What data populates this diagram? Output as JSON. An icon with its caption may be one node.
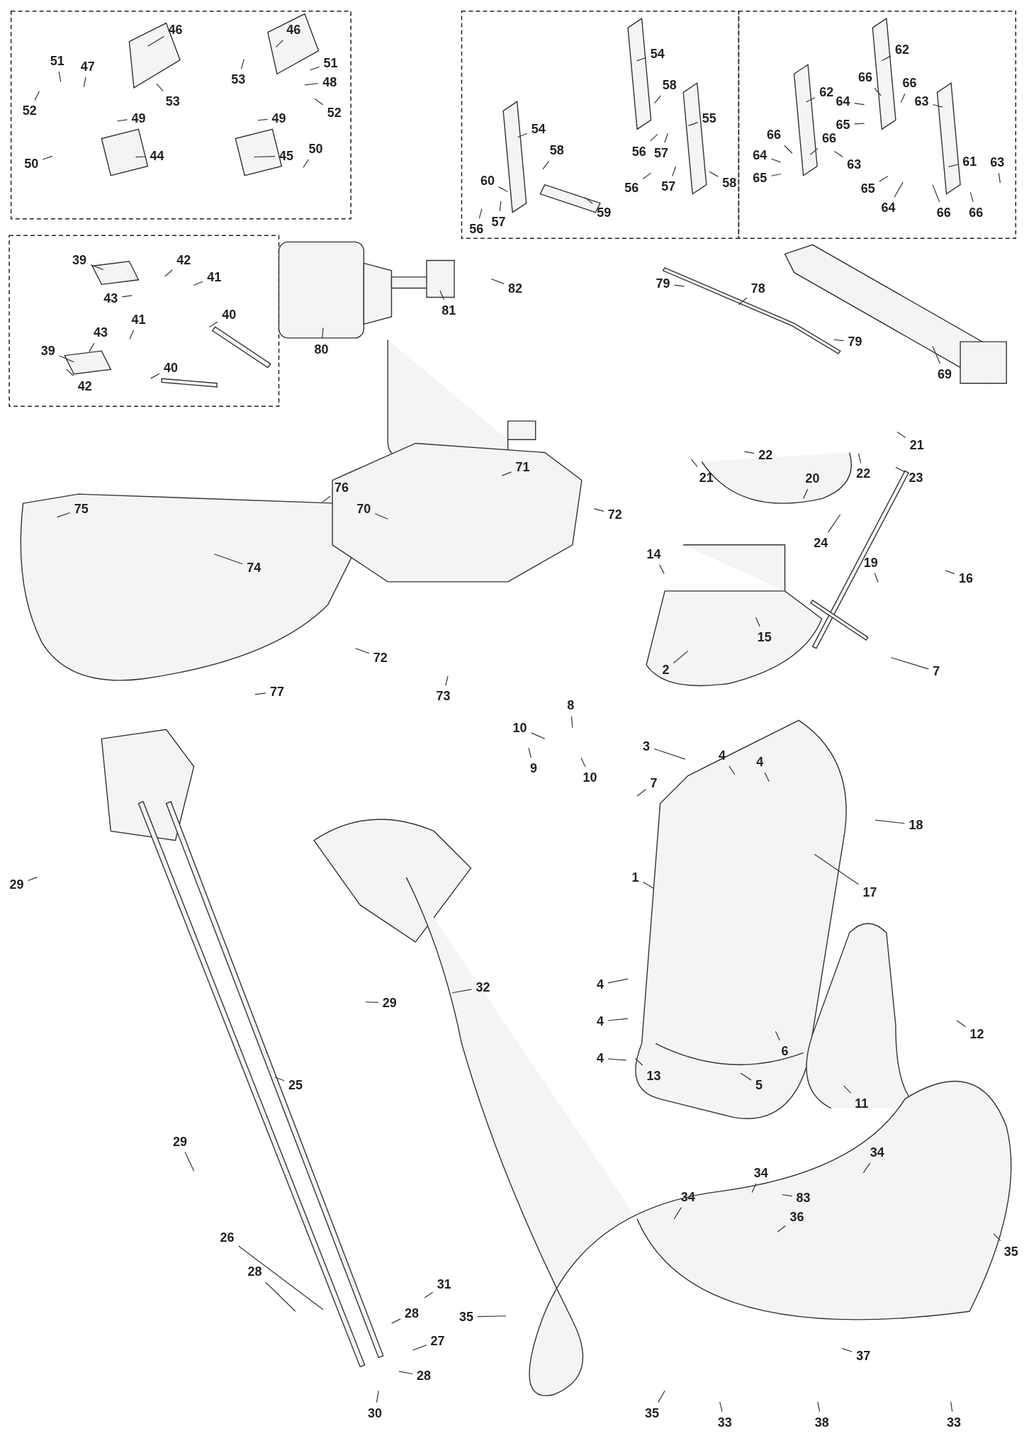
{
  "diagram": {
    "nodes": [
      {
        "text": [
          "46"
        ]
      },
      {
        "text": [
          "46"
        ]
      },
      {
        "text": [
          "51"
        ]
      },
      {
        "text": [
          "47"
        ]
      },
      {
        "text": [
          "53"
        ]
      },
      {
        "text": [
          "48"
        ]
      },
      {
        "text": [
          "51"
        ]
      },
      {
        "text": [
          "52"
        ]
      },
      {
        "text": [
          "53"
        ]
      },
      {
        "text": [
          "52"
        ]
      },
      {
        "text": [
          "49"
        ]
      },
      {
        "text": [
          "49"
        ]
      },
      {
        "text": [
          "44"
        ]
      },
      {
        "text": [
          "45"
        ]
      },
      {
        "text": [
          "50"
        ]
      },
      {
        "text": [
          "50"
        ]
      },
      {
        "text": [
          "54"
        ]
      },
      {
        "text": [
          "62"
        ]
      },
      {
        "text": [
          "58"
        ]
      },
      {
        "text": [
          "54"
        ]
      },
      {
        "text": [
          "55"
        ]
      },
      {
        "text": [
          "62"
        ]
      },
      {
        "text": [
          "66"
        ]
      },
      {
        "text": [
          "66"
        ]
      },
      {
        "text": [
          "64"
        ]
      },
      {
        "text": [
          "63"
        ]
      },
      {
        "text": [
          "65"
        ]
      },
      {
        "text": [
          "66"
        ]
      },
      {
        "text": [
          "66"
        ]
      },
      {
        "text": [
          "63"
        ]
      },
      {
        "text": [
          "61"
        ]
      },
      {
        "text": [
          "64"
        ]
      },
      {
        "text": [
          "65"
        ]
      },
      {
        "text": [
          "63"
        ]
      },
      {
        "text": [
          "65"
        ]
      },
      {
        "text": [
          "64"
        ]
      },
      {
        "text": [
          "66"
        ]
      },
      {
        "text": [
          "66"
        ]
      },
      {
        "text": [
          "58"
        ]
      },
      {
        "text": [
          "56"
        ]
      },
      {
        "text": [
          "57"
        ]
      },
      {
        "text": [
          "60"
        ]
      },
      {
        "text": [
          "56"
        ]
      },
      {
        "text": [
          "57"
        ]
      },
      {
        "text": [
          "58"
        ]
      },
      {
        "text": [
          "56"
        ]
      },
      {
        "text": [
          "57"
        ]
      },
      {
        "text": [
          "59"
        ]
      },
      {
        "text": [
          "39"
        ]
      },
      {
        "text": [
          "42"
        ]
      },
      {
        "text": [
          "41"
        ]
      },
      {
        "text": [
          "43"
        ]
      },
      {
        "text": [
          "40"
        ]
      },
      {
        "text": [
          "39"
        ]
      },
      {
        "text": [
          "43"
        ]
      },
      {
        "text": [
          "41"
        ]
      },
      {
        "text": [
          "40"
        ]
      },
      {
        "text": [
          "42"
        ]
      },
      {
        "text": [
          "82"
        ]
      },
      {
        "text": [
          "81"
        ]
      },
      {
        "text": [
          "80"
        ]
      },
      {
        "text": [
          "79"
        ]
      },
      {
        "text": [
          "78"
        ]
      },
      {
        "text": [
          "79"
        ]
      },
      {
        "text": [
          "69"
        ]
      },
      {
        "text": [
          "71"
        ]
      },
      {
        "text": [
          "22"
        ]
      },
      {
        "text": [
          "22"
        ]
      },
      {
        "text": [
          "21"
        ]
      },
      {
        "text": [
          "75"
        ]
      },
      {
        "text": [
          "76"
        ]
      },
      {
        "text": [
          "70"
        ]
      },
      {
        "text": [
          "72"
        ]
      },
      {
        "text": [
          "21"
        ]
      },
      {
        "text": [
          "23"
        ]
      },
      {
        "text": [
          "20"
        ]
      },
      {
        "text": [
          "24"
        ]
      },
      {
        "text": [
          "74"
        ]
      },
      {
        "text": [
          "14"
        ]
      },
      {
        "text": [
          "19"
        ]
      },
      {
        "text": [
          "16"
        ]
      },
      {
        "text": [
          "15"
        ]
      },
      {
        "text": [
          "2"
        ]
      },
      {
        "text": [
          "7"
        ]
      },
      {
        "text": [
          "72"
        ]
      },
      {
        "text": [
          "73"
        ]
      },
      {
        "text": [
          "77"
        ]
      },
      {
        "text": [
          "8"
        ]
      },
      {
        "text": [
          "10"
        ]
      },
      {
        "text": [
          "3"
        ]
      },
      {
        "text": [
          "4"
        ]
      },
      {
        "text": [
          "4"
        ]
      },
      {
        "text": [
          "9"
        ]
      },
      {
        "text": [
          "10"
        ]
      },
      {
        "text": [
          "7"
        ]
      },
      {
        "text": [
          "18"
        ]
      },
      {
        "text": [
          "17"
        ]
      },
      {
        "text": [
          "1"
        ]
      },
      {
        "text": [
          "29"
        ]
      },
      {
        "text": [
          "32"
        ]
      },
      {
        "text": [
          "29"
        ]
      },
      {
        "text": [
          "4"
        ]
      },
      {
        "text": [
          "12"
        ]
      },
      {
        "text": [
          "4"
        ]
      },
      {
        "text": [
          "6"
        ]
      },
      {
        "text": [
          "4"
        ]
      },
      {
        "text": [
          "13"
        ]
      },
      {
        "text": [
          "5"
        ]
      },
      {
        "text": [
          "11"
        ]
      },
      {
        "text": [
          "25"
        ]
      },
      {
        "text": [
          "29"
        ]
      },
      {
        "text": [
          "34"
        ]
      },
      {
        "text": [
          "34"
        ]
      },
      {
        "text": [
          "34"
        ]
      },
      {
        "text": [
          "83"
        ]
      },
      {
        "text": [
          "36"
        ]
      },
      {
        "text": [
          "35"
        ]
      },
      {
        "text": [
          "26"
        ]
      },
      {
        "text": [
          "28"
        ]
      },
      {
        "text": [
          "31"
        ]
      },
      {
        "text": [
          "35"
        ]
      },
      {
        "text": [
          "28"
        ]
      },
      {
        "text": [
          "27"
        ]
      },
      {
        "text": [
          "37"
        ]
      },
      {
        "text": [
          "28"
        ]
      },
      {
        "text": [
          "30"
        ]
      },
      {
        "text": [
          "35"
        ]
      },
      {
        "text": [
          "33"
        ]
      },
      {
        "text": [
          "38"
        ]
      },
      {
        "text": [
          "33"
        ]
      }
    ],
    "edges": [
      {
        "from": 0,
        "to": null,
        "arrow": "none"
      },
      {
        "from": 1,
        "to": null,
        "arrow": "none"
      },
      {
        "from": 2,
        "to": null,
        "arrow": "none"
      },
      {
        "from": 3,
        "to": null,
        "arrow": "none"
      },
      {
        "from": 4,
        "to": null,
        "arrow": "none"
      },
      {
        "from": 5,
        "to": null,
        "arrow": "none"
      },
      {
        "from": 6,
        "to": null,
        "arrow": "none"
      },
      {
        "from": 7,
        "to": null,
        "arrow": "none"
      },
      {
        "from": 8,
        "to": null,
        "arrow": "none"
      },
      {
        "from": 9,
        "to": null,
        "arrow": "none"
      },
      {
        "from": 10,
        "to": null,
        "arrow": "none"
      },
      {
        "from": 11,
        "to": null,
        "arrow": "none"
      },
      {
        "from": 12,
        "to": null,
        "arrow": "none"
      },
      {
        "from": 13,
        "to": null,
        "arrow": "none"
      },
      {
        "from": 14,
        "to": null,
        "arrow": "none"
      },
      {
        "from": 15,
        "to": null,
        "arrow": "none"
      },
      {
        "from": 16,
        "to": null,
        "arrow": "none"
      },
      {
        "from": 17,
        "to": null,
        "arrow": "none"
      },
      {
        "from": 18,
        "to": null,
        "arrow": "none"
      },
      {
        "from": 19,
        "to": null,
        "arrow": "none"
      },
      {
        "from": 20,
        "to": null,
        "arrow": "none"
      },
      {
        "from": 21,
        "to": null,
        "arrow": "none"
      },
      {
        "from": 22,
        "to": null,
        "arrow": "none"
      },
      {
        "from": 23,
        "to": null,
        "arrow": "none"
      },
      {
        "from": 24,
        "to": null,
        "arrow": "none"
      },
      {
        "from": 25,
        "to": null,
        "arrow": "none"
      },
      {
        "from": 26,
        "to": null,
        "arrow": "none"
      },
      {
        "from": 27,
        "to": null,
        "arrow": "none"
      },
      {
        "from": 28,
        "to": null,
        "arrow": "none"
      },
      {
        "from": 29,
        "to": null,
        "arrow": "none"
      },
      {
        "from": 30,
        "to": null,
        "arrow": "none"
      },
      {
        "from": 31,
        "to": null,
        "arrow": "none"
      },
      {
        "from": 32,
        "to": null,
        "arrow": "none"
      },
      {
        "from": 33,
        "to": null,
        "arrow": "none"
      },
      {
        "from": 34,
        "to": null,
        "arrow": "none"
      },
      {
        "from": 35,
        "to": null,
        "arrow": "none"
      },
      {
        "from": 36,
        "to": null,
        "arrow": "none"
      },
      {
        "from": 37,
        "to": null,
        "arrow": "none"
      },
      {
        "from": 38,
        "to": null,
        "arrow": "none"
      },
      {
        "from": 39,
        "to": null,
        "arrow": "none"
      },
      {
        "from": 40,
        "to": null,
        "arrow": "none"
      },
      {
        "from": 41,
        "to": null,
        "arrow": "none"
      },
      {
        "from": 42,
        "to": null,
        "arrow": "none"
      },
      {
        "from": 43,
        "to": null,
        "arrow": "none"
      },
      {
        "from": 44,
        "to": null,
        "arrow": "none"
      },
      {
        "from": 45,
        "to": null,
        "arrow": "none"
      },
      {
        "from": 46,
        "to": null,
        "arrow": "none"
      },
      {
        "from": 47,
        "to": null,
        "arrow": "none"
      },
      {
        "from": 48,
        "to": null,
        "arrow": "none"
      },
      {
        "from": 49,
        "to": null,
        "arrow": "none"
      },
      {
        "from": 50,
        "to": null,
        "arrow": "none"
      },
      {
        "from": 51,
        "to": null,
        "arrow": "none"
      },
      {
        "from": 52,
        "to": null,
        "arrow": "none"
      },
      {
        "from": 53,
        "to": null,
        "arrow": "none"
      },
      {
        "from": 54,
        "to": null,
        "arrow": "none"
      },
      {
        "from": 55,
        "to": null,
        "arrow": "none"
      },
      {
        "from": 56,
        "to": null,
        "arrow": "none"
      },
      {
        "from": 57,
        "to": null,
        "arrow": "none"
      },
      {
        "from": 58,
        "to": null,
        "arrow": "none"
      },
      {
        "from": 59,
        "to": null,
        "arrow": "none"
      },
      {
        "from": 60,
        "to": null,
        "arrow": "none"
      },
      {
        "from": 61,
        "to": null,
        "arrow": "none"
      },
      {
        "from": 62,
        "to": null,
        "arrow": "none"
      },
      {
        "from": 63,
        "to": null,
        "arrow": "none"
      },
      {
        "from": 64,
        "to": null,
        "arrow": "none"
      },
      {
        "from": 65,
        "to": null,
        "arrow": "none"
      },
      {
        "from": 66,
        "to": null,
        "arrow": "none"
      },
      {
        "from": 67,
        "to": null,
        "arrow": "none"
      },
      {
        "from": 68,
        "to": null,
        "arrow": "none"
      },
      {
        "from": 69,
        "to": null,
        "arrow": "none"
      },
      {
        "from": 70,
        "to": null,
        "arrow": "none"
      },
      {
        "from": 71,
        "to": null,
        "arrow": "none"
      },
      {
        "from": 72,
        "to": null,
        "arrow": "none"
      },
      {
        "from": 73,
        "to": null,
        "arrow": "none"
      },
      {
        "from": 74,
        "to": null,
        "arrow": "none"
      },
      {
        "from": 75,
        "to": null,
        "arrow": "none"
      },
      {
        "from": 76,
        "to": null,
        "arrow": "none"
      },
      {
        "from": 77,
        "to": null,
        "arrow": "none"
      },
      {
        "from": 78,
        "to": null,
        "arrow": "none"
      },
      {
        "from": 79,
        "to": null,
        "arrow": "none"
      },
      {
        "from": 80,
        "to": null,
        "arrow": "none"
      },
      {
        "from": 81,
        "to": null,
        "arrow": "none"
      },
      {
        "from": 82,
        "to": null,
        "arrow": "none"
      },
      {
        "from": 83,
        "to": null,
        "arrow": "none"
      },
      {
        "from": 84,
        "to": null,
        "arrow": "none"
      },
      {
        "from": 85,
        "to": null,
        "arrow": "none"
      },
      {
        "from": 86,
        "to": null,
        "arrow": "none"
      },
      {
        "from": 87,
        "to": null,
        "arrow": "none"
      },
      {
        "from": 88,
        "to": null,
        "arrow": "none"
      },
      {
        "from": 89,
        "to": null,
        "arrow": "none"
      },
      {
        "from": 90,
        "to": null,
        "arrow": "none"
      },
      {
        "from": 91,
        "to": null,
        "arrow": "none"
      },
      {
        "from": 92,
        "to": null,
        "arrow": "none"
      },
      {
        "from": 93,
        "to": null,
        "arrow": "none"
      },
      {
        "from": 94,
        "to": null,
        "arrow": "none"
      },
      {
        "from": 95,
        "to": null,
        "arrow": "none"
      },
      {
        "from": 96,
        "to": null,
        "arrow": "none"
      },
      {
        "from": 97,
        "to": null,
        "arrow": "none"
      },
      {
        "from": 98,
        "to": null,
        "arrow": "none"
      },
      {
        "from": 99,
        "to": null,
        "arrow": "none"
      },
      {
        "from": 100,
        "to": null,
        "arrow": "none"
      },
      {
        "from": 101,
        "to": null,
        "arrow": "none"
      },
      {
        "from": 102,
        "to": null,
        "arrow": "none"
      },
      {
        "from": 103,
        "to": null,
        "arrow": "none"
      },
      {
        "from": 104,
        "to": null,
        "arrow": "none"
      },
      {
        "from": 105,
        "to": null,
        "arrow": "none"
      },
      {
        "from": 106,
        "to": null,
        "arrow": "none"
      },
      {
        "from": 107,
        "to": null,
        "arrow": "none"
      },
      {
        "from": 108,
        "to": null,
        "arrow": "none"
      },
      {
        "from": 109,
        "to": null,
        "arrow": "none"
      },
      {
        "from": 110,
        "to": null,
        "arrow": "none"
      },
      {
        "from": 111,
        "to": null,
        "arrow": "none"
      },
      {
        "from": 112,
        "to": null,
        "arrow": "none"
      },
      {
        "from": 113,
        "to": null,
        "arrow": "none"
      },
      {
        "from": 114,
        "to": null,
        "arrow": "none"
      },
      {
        "from": 115,
        "to": null,
        "arrow": "none"
      },
      {
        "from": 116,
        "to": null,
        "arrow": "none"
      },
      {
        "from": 117,
        "to": null,
        "arrow": "none"
      },
      {
        "from": 118,
        "to": null,
        "arrow": "none"
      },
      {
        "from": 119,
        "to": null,
        "arrow": "none"
      },
      {
        "from": 120,
        "to": null,
        "arrow": "none"
      },
      {
        "from": 121,
        "to": null,
        "arrow": "none"
      },
      {
        "from": 122,
        "to": null,
        "arrow": "none"
      },
      {
        "from": 123,
        "to": null,
        "arrow": "none"
      },
      {
        "from": 124,
        "to": null,
        "arrow": "none"
      },
      {
        "from": 125,
        "to": null,
        "arrow": "none"
      },
      {
        "from": 126,
        "to": null,
        "arrow": "none"
      },
      {
        "from": 127,
        "to": null,
        "arrow": "none"
      },
      {
        "from": 128,
        "to": null,
        "arrow": "none"
      },
      {
        "from": 129,
        "to": null,
        "arrow": "none"
      }
    ]
  }
}
